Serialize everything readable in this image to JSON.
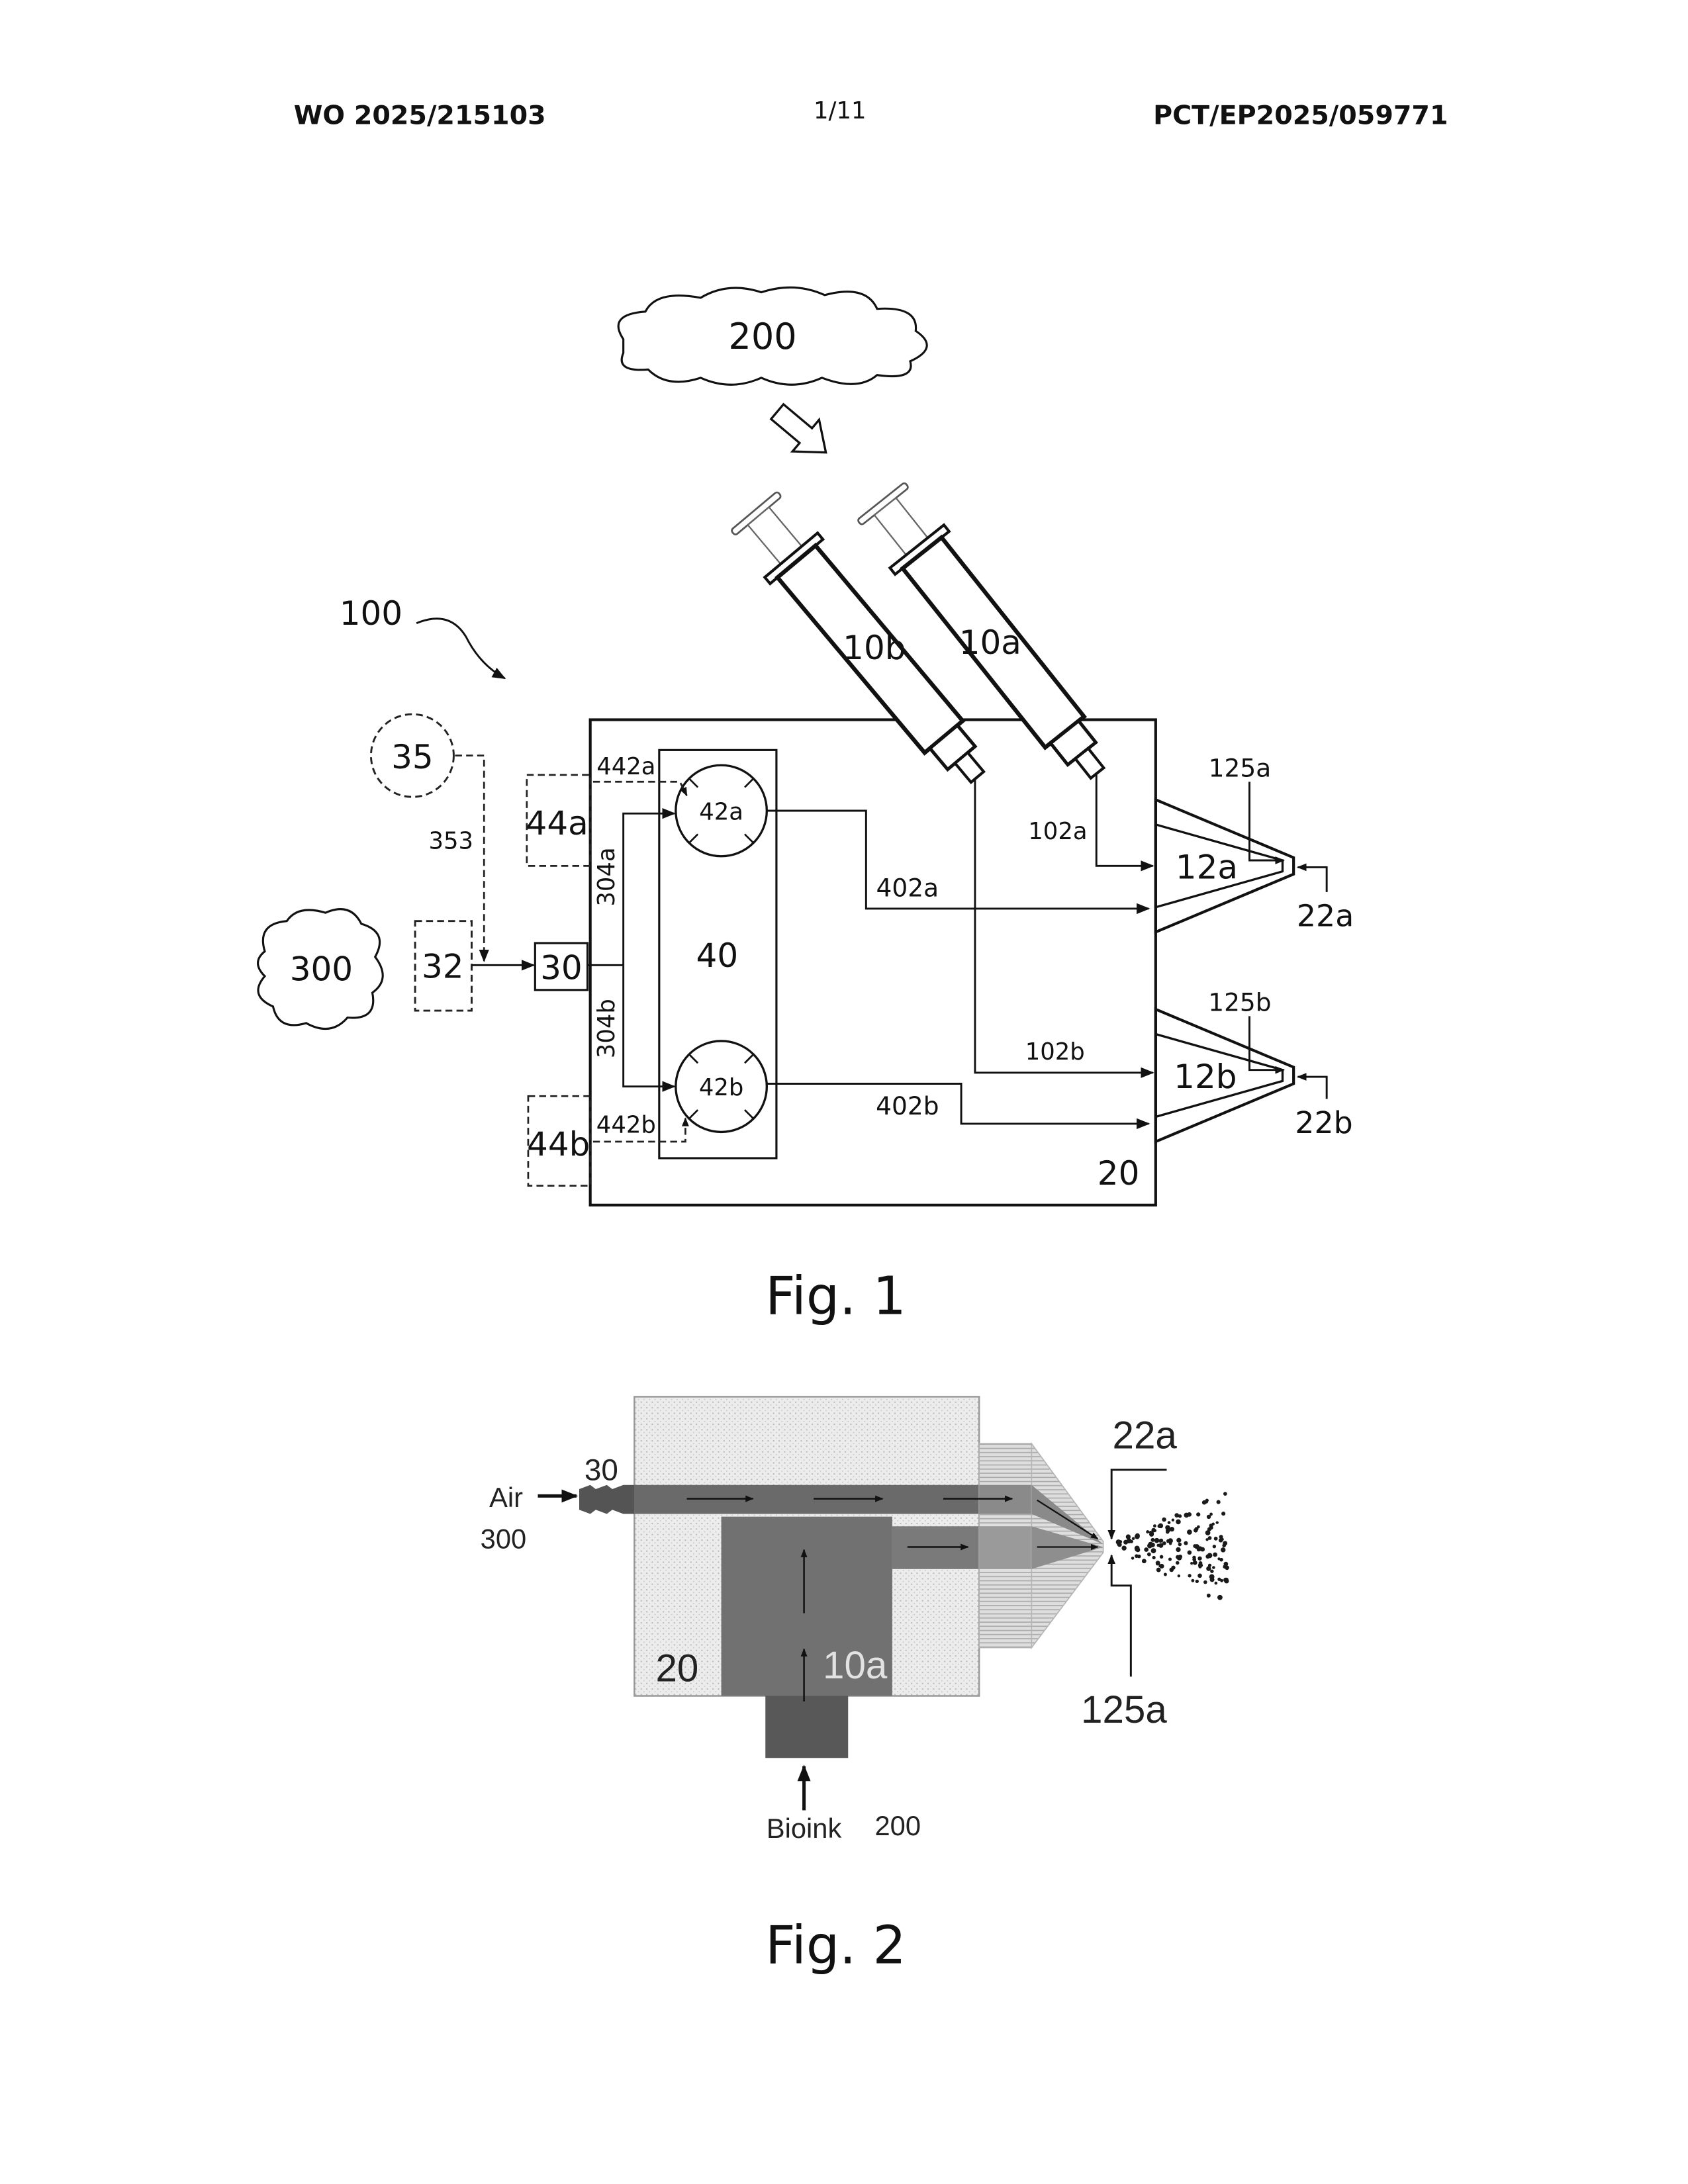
{
  "header": {
    "publication_number": "WO 2025/215103",
    "sheet": "1/11",
    "application_number": "PCT/EP2025/059771"
  },
  "fig1": {
    "caption": "Fig. 1",
    "labels": {
      "ref_200": "200",
      "ref_100": "100",
      "ref_10b": "10b",
      "ref_10a": "10a",
      "ref_35": "35",
      "ref_353": "353",
      "ref_442a": "442a",
      "ref_442b": "442b",
      "ref_44a": "44a",
      "ref_44b": "44b",
      "ref_42a": "42a",
      "ref_42b": "42b",
      "ref_304a": "304a",
      "ref_304b": "304b",
      "ref_300": "300",
      "ref_32": "32",
      "ref_30": "30",
      "ref_40": "40",
      "ref_402a": "402a",
      "ref_402b": "402b",
      "ref_102a": "102a",
      "ref_102b": "102b",
      "ref_125a": "125a",
      "ref_125b": "125b",
      "ref_12a": "12a",
      "ref_12b": "12b",
      "ref_22a": "22a",
      "ref_22b": "22b",
      "ref_20": "20"
    }
  },
  "fig2": {
    "caption": "Fig. 2",
    "labels": {
      "ref_30": "30",
      "air": "Air",
      "ref_300": "300",
      "ref_20": "20",
      "ref_10a": "10a",
      "ref_22a": "22a",
      "ref_125a": "125a",
      "bioink": "Bioink",
      "ref_200": "200"
    }
  }
}
